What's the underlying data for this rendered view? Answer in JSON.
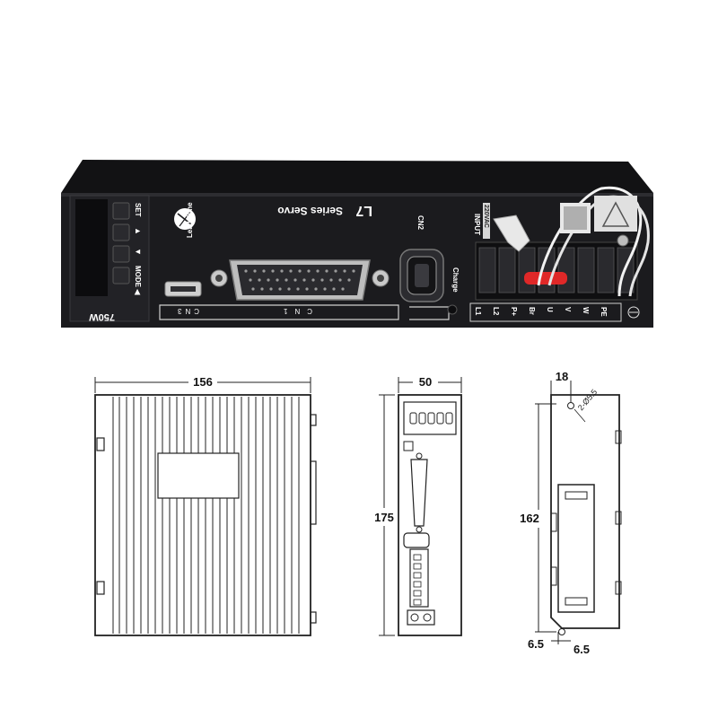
{
  "photo": {
    "brand": "Leadshine",
    "model": "L7",
    "series": "Series Servo",
    "power": "750W",
    "keys": {
      "set": "SET",
      "up": "▲",
      "down": "▼",
      "mode": "MODE ◀"
    },
    "connectors": {
      "cn1": "CN1",
      "cn2": "CN2",
      "cn3": "CN3"
    },
    "charge": "Charge",
    "input": "INPUT",
    "voltage": "220VAC",
    "terminals": [
      "L1",
      "L2",
      "P+",
      "Br",
      "U",
      "V",
      "W",
      "PE"
    ],
    "ground_symbol": "⏚"
  },
  "drawings": {
    "side_width": "156",
    "front_width": "50",
    "front_height": "175",
    "back_top_offset": "18",
    "hole_label": "2-Ø5.5",
    "back_height": "162",
    "bottom_left": "6.5",
    "bottom_right": "6.5"
  },
  "colors": {
    "body": "#1a1a1d",
    "panel": "#232327",
    "accent": "#e02828",
    "cable": "#f2f2f2"
  }
}
